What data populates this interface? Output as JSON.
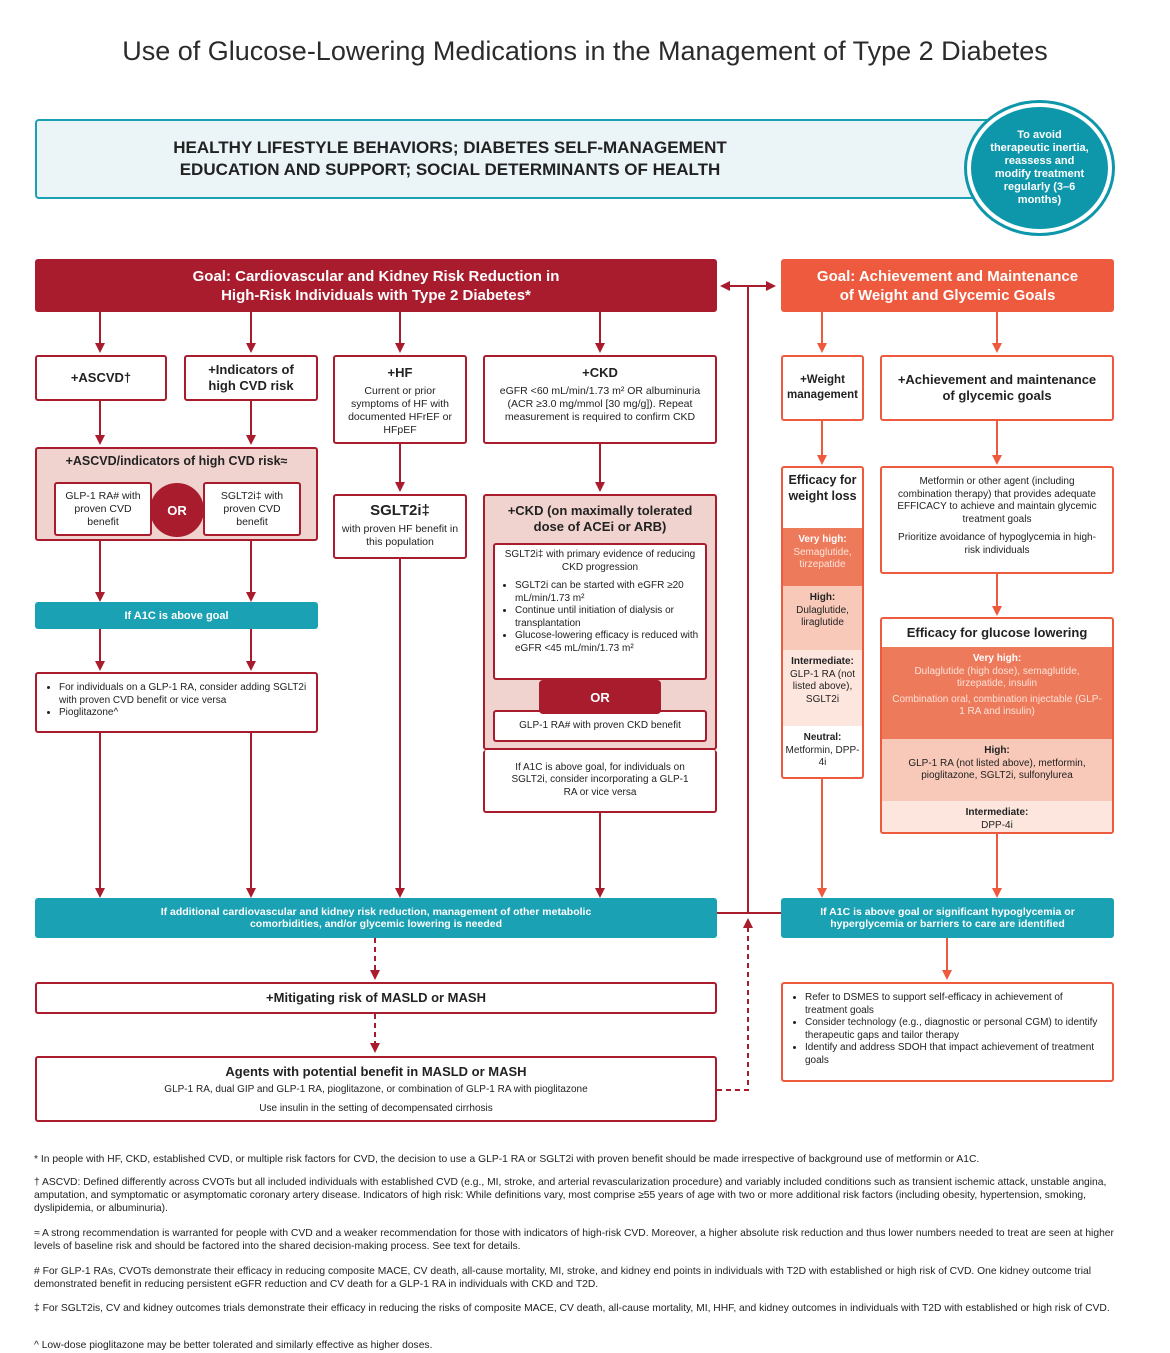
{
  "title": "Use of Glucose-Lowering Medications in the Management of Type 2 Diabetes",
  "lifestyle": {
    "line1": "HEALTHY LIFESTYLE BEHAVIORS; DIABETES SELF-MANAGEMENT",
    "line2": "EDUCATION AND SUPPORT; SOCIAL DETERMINANTS OF HEALTH"
  },
  "reassess": "To avoid therapeutic inertia, reassess and modify treatment regularly (3–6 months)",
  "goal_cv": {
    "line1": "Goal: Cardiovascular and Kidney Risk Reduction in",
    "line2": "High-Risk Individuals with Type 2 Diabetes*"
  },
  "goal_wt": {
    "line1": "Goal: Achievement and Maintenance",
    "line2": "of Weight and Glycemic Goals"
  },
  "ascvd": "+ASCVD†",
  "high_cvd": "+Indicators of high CVD risk",
  "hf": {
    "title": "+HF",
    "body": "Current or prior symptoms of HF with documented HFrEF or HFpEF"
  },
  "ckd": {
    "title": "+CKD",
    "body": "eGFR <60 mL/min/1.73 m² OR albuminuria (ACR ≥3.0 mg/mmol [30 mg/g]). Repeat measurement is required to confirm CKD"
  },
  "ascvd_combined": {
    "title": "+ASCVD/indicators of high CVD risk≈",
    "glp1": "GLP-1 RA# with proven CVD benefit",
    "or": "OR",
    "sglt2": "SGLT2i‡ with proven CVD benefit"
  },
  "sglt2_hf": {
    "title": "SGLT2i‡",
    "body": "with proven HF benefit in this population"
  },
  "ckd_max": {
    "title": "+CKD (on maximally tolerated dose of ACEi or ARB)",
    "evidence": "SGLT2i‡ with primary evidence of reducing CKD progression",
    "bullets": [
      "SGLT2i can be started with eGFR ≥20 mL/min/1.73 m²",
      "Continue until initiation of dialysis or transplantation",
      "Glucose-lowering efficacy is reduced with eGFR <45 mL/min/1.73 m²"
    ],
    "or": "OR",
    "glp1": "GLP-1 RA# with proven CKD benefit",
    "followup": "If A1C is above goal, for individuals on SGLT2i, consider incorporating a GLP-1 RA or vice versa"
  },
  "a1c_bar": "If A1C is above goal",
  "glp1_note": {
    "bullets": [
      "For individuals on a GLP-1 RA, consider adding SGLT2i with proven CVD benefit or vice versa",
      "Pioglitazone^"
    ]
  },
  "weight_mgmt": "+Weight management",
  "glycemic_goals": "+Achievement and maintenance of glycemic goals",
  "efficacy_weight": {
    "title": "Efficacy for weight loss",
    "very_high_label": "Very high:",
    "very_high": "Semaglutide, tirzepatide",
    "high_label": "High:",
    "high": "Dulaglutide, liraglutide",
    "intermediate_label": "Intermediate:",
    "intermediate": "GLP-1 RA (not listed above), SGLT2i",
    "neutral_label": "Neutral:",
    "neutral": "Metformin, DPP-4i"
  },
  "metformin_box": {
    "p1": "Metformin or other agent (including combination therapy) that provides adequate EFFICACY to achieve and maintain glycemic treatment goals",
    "p2": "Prioritize avoidance of hypoglycemia in high-risk individuals"
  },
  "efficacy_glucose": {
    "title": "Efficacy for glucose lowering",
    "very_high_label": "Very high:",
    "very_high": "Dulaglutide (high dose), semaglutide, tirzepatide, insulin",
    "combo": "Combination oral, combination injectable (GLP-1 RA and insulin)",
    "high_label": "High:",
    "high": "GLP-1 RA (not listed above), metformin, pioglitazone, SGLT2i, sulfonylurea",
    "intermediate_label": "Intermediate:",
    "intermediate": "DPP-4i"
  },
  "bottom_teal_left": "If additional cardiovascular and kidney risk reduction, management of other metabolic comorbidities, and/or glycemic lowering is needed",
  "bottom_teal_right": "If A1C is above goal or significant hypoglycemia or hyperglycemia or barriers to care are identified",
  "masld": "+Mitigating risk of MASLD or MASH",
  "masld_agents": {
    "title": "Agents with potential benefit in MASLD or MASH",
    "line1": "GLP-1 RA, dual GIP and GLP-1 RA, pioglitazone, or combination of GLP-1 RA with pioglitazone",
    "line2": "Use insulin in the setting of decompensated cirrhosis"
  },
  "dsmes": {
    "bullets": [
      "Refer to DSMES to support self-efficacy in achievement of treatment goals",
      "Consider technology (e.g., diagnostic or personal CGM) to identify therapeutic gaps and tailor therapy",
      "Identify and address SDOH that impact achievement of treatment goals"
    ]
  },
  "footnotes": [
    "* In people with HF, CKD, established CVD, or multiple risk factors for CVD, the decision to use a GLP-1 RA or SGLT2i with proven benefit should be made irrespective of background use of metformin or A1C.",
    "† ASCVD: Defined differently across CVOTs but all included individuals with established CVD (e.g., MI, stroke, and arterial revascularization procedure) and variably included conditions such as transient ischemic attack, unstable angina, amputation, and symptomatic or asymptomatic coronary artery disease. Indicators of high risk: While definitions vary, most comprise ≥55 years of age with two or more additional risk factors (including obesity, hypertension, smoking, dyslipidemia, or albuminuria).",
    "≈ A strong recommendation is warranted for people with CVD and a weaker recommendation for those with indicators of high-risk CVD. Moreover, a higher absolute risk reduction and thus lower numbers needed to treat are seen at higher levels of baseline risk and should be factored into the shared decision-making process. See text for details.",
    "# For GLP-1 RAs, CVOTs demonstrate their efficacy in reducing composite MACE, CV death, all-cause mortality, MI, stroke, and kidney end points in individuals with T2D with established or high risk of CVD. One kidney outcome trial demonstrated benefit in reducing persistent eGFR reduction and CV death for a GLP-1 RA in individuals with CKD and T2D.",
    "‡ For SGLT2is, CV and kidney outcomes trials demonstrate their efficacy in reducing the risks of composite MACE, CV death, all-cause mortality, MI, HHF, and kidney outcomes in individuals with T2D with established or high risk of CVD.",
    "^ Low-dose pioglitazone may be better tolerated and similarly effective as higher doses."
  ]
}
